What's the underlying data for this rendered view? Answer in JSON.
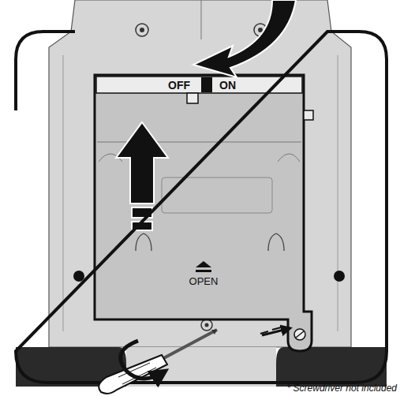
{
  "diagram": {
    "labels": [
      "OFF",
      "ON",
      "OPEN",
      "* Screwdriver not included"
    ]
  }
}
